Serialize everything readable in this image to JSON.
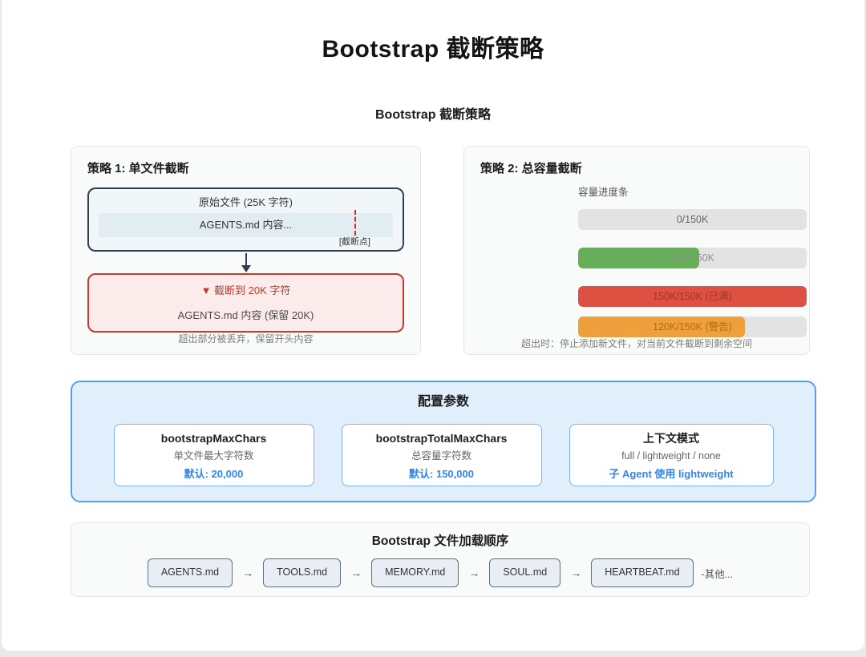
{
  "page": {
    "title": "Bootstrap 截断策略",
    "subtitle": "Bootstrap 截断策略"
  },
  "strategy1": {
    "heading": "策略 1: 单文件截断",
    "original_box": {
      "title": "原始文件 (25K 字符)",
      "bar_label": "AGENTS.md 内容...",
      "cut_label": "[截断点]"
    },
    "result_box": {
      "title": "▼ 截断到 20K 字符",
      "content": "AGENTS.md 内容 (保留 20K)"
    },
    "caption": "超出部分被丢弃，保留开头内容"
  },
  "strategy2": {
    "heading": "策略 2: 总容量截断",
    "bars_title": "容量进度条",
    "bars": [
      {
        "label": "0/150K",
        "pct": 0,
        "color": "#e3e3e3",
        "label_color": "#666666"
      },
      {
        "label": "80K/150K",
        "pct": 53,
        "color": "#67ae5b",
        "label_color": "#919191"
      },
      {
        "label": "150K/150K (已满)",
        "pct": 100,
        "color": "#dd5142",
        "label_color": "#a23527"
      },
      {
        "label": "120K/150K (警告)",
        "pct": 73,
        "color": "#efa03d",
        "label_color": "#ad6d15"
      }
    ],
    "caption": "超出时：停止添加新文件，对当前文件截断到剩余空间"
  },
  "config": {
    "heading": "配置参数",
    "cards": [
      {
        "title": "bootstrapMaxChars",
        "subtitle": "单文件最大字符数",
        "value": "默认: 20,000"
      },
      {
        "title": "bootstrapTotalMaxChars",
        "subtitle": "总容量字符数",
        "value": "默认: 150,000"
      },
      {
        "title": "上下文模式",
        "subtitle": "full / lightweight / none",
        "value": "子 Agent 使用 lightweight"
      }
    ]
  },
  "file_order": {
    "heading": "Bootstrap 文件加载顺序",
    "files": [
      "AGENTS.md",
      "TOOLS.md",
      "MEMORY.md",
      "SOUL.md",
      "HEARTBEAT.md"
    ],
    "arrow": "→",
    "more": "-其他..."
  },
  "colors": {
    "accent_blue": "#2f86f0",
    "navy": "#2d3f50",
    "danger_red": "#c0392b",
    "bar_green": "#67ae5b",
    "bar_red": "#dd5142",
    "bar_orange": "#efa03d"
  }
}
